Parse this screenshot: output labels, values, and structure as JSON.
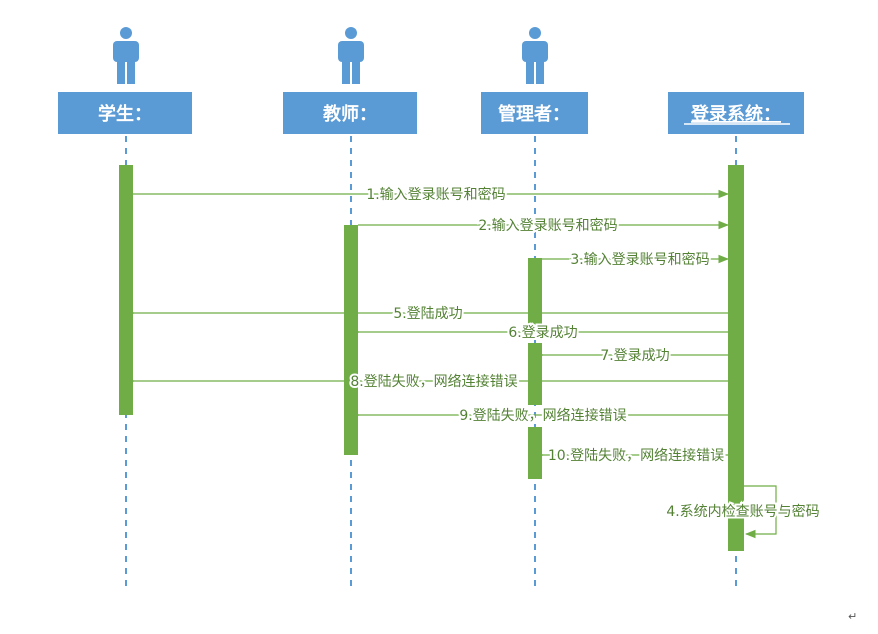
{
  "diagram": {
    "type": "sequence",
    "colors": {
      "actor_box": "#5B9BD5",
      "actor_text": "#ffffff",
      "lifeline": "#5B9BD5",
      "activation": "#70AD47",
      "message": "#70AD47",
      "label": "#548235"
    },
    "actors": [
      {
        "id": "student",
        "label": "学生：",
        "icon": "person-icon"
      },
      {
        "id": "teacher",
        "label": "教师：",
        "icon": "person-icon"
      },
      {
        "id": "admin",
        "label": "管理者：",
        "icon": "person-icon"
      },
      {
        "id": "system",
        "label": "登录系统：",
        "icon": "none",
        "underlined": true
      }
    ],
    "messages": [
      {
        "from": "student",
        "to": "system",
        "label": "1.输入登录账号和密码"
      },
      {
        "from": "teacher",
        "to": "system",
        "label": "2.输入登录账号和密码"
      },
      {
        "from": "admin",
        "to": "system",
        "label": "3.输入登录账号和密码"
      },
      {
        "from": "system",
        "to": "student",
        "label": "5.登陆成功"
      },
      {
        "from": "system",
        "to": "teacher",
        "label": "6.登录成功"
      },
      {
        "from": "system",
        "to": "admin",
        "label": "7.登录成功"
      },
      {
        "from": "system",
        "to": "student",
        "label": "8.登陆失败，网络连接错误"
      },
      {
        "from": "system",
        "to": "teacher",
        "label": "9.登陆失败，网络连接错误"
      },
      {
        "from": "system",
        "to": "admin",
        "label": "10.登陆失败，网络连接错误"
      },
      {
        "from": "system",
        "to": "system",
        "label": "4.系统内检查账号与密码"
      }
    ],
    "paragraph_mark": "↵"
  }
}
